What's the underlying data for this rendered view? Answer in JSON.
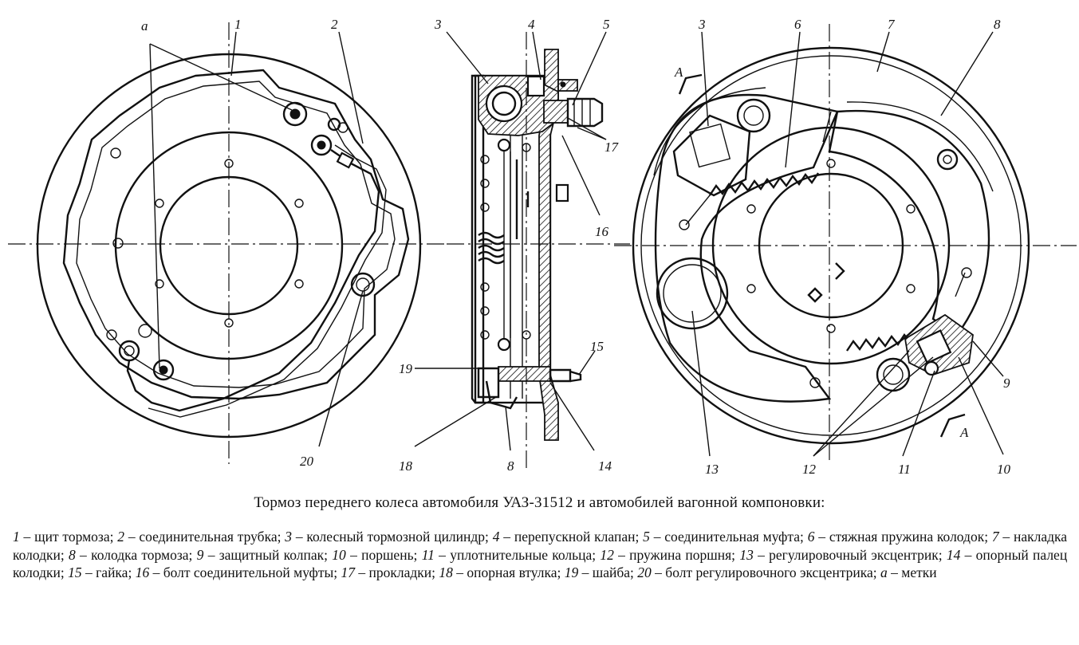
{
  "figure": {
    "callouts": [
      "a",
      "1",
      "2",
      "3",
      "4",
      "5",
      "6",
      "7",
      "8",
      "9",
      "10",
      "11",
      "12",
      "13",
      "14",
      "15",
      "16",
      "17",
      "18",
      "19",
      "20",
      "A",
      "A"
    ],
    "caption": "Тормоз переднего колеса автомобиля УАЗ-31512 и автомобилей вагонной компоновки:",
    "legend": [
      {
        "num": "1",
        "text": "щит тормоза;"
      },
      {
        "num": "2",
        "text": "соединительная трубка;"
      },
      {
        "num": "3",
        "text": "колесный тормозной цилиндр;"
      },
      {
        "num": "4",
        "text": "перепускной клапан;"
      },
      {
        "num": "5",
        "text": "соединительная муфта;"
      },
      {
        "num": "6",
        "text": "стяжная пружина колодок;"
      },
      {
        "num": "7",
        "text": "накладка колодки;"
      },
      {
        "num": "8",
        "text": "колодка тормоза;"
      },
      {
        "num": "9",
        "text": "защитный колпак;"
      },
      {
        "num": "10",
        "text": "поршень;"
      },
      {
        "num": "11",
        "text": "уплотнительные кольца;"
      },
      {
        "num": "12",
        "text": "пружина поршня;"
      },
      {
        "num": "13",
        "text": "регулировочный эксцентрик;"
      },
      {
        "num": "14",
        "text": "опорный палец колодки;"
      },
      {
        "num": "15",
        "text": "гайка;"
      },
      {
        "num": "16",
        "text": "болт соединительной муфты;"
      },
      {
        "num": "17",
        "text": "прокладки;"
      },
      {
        "num": "18",
        "text": "опорная втулка;"
      },
      {
        "num": "19",
        "text": "шайба;"
      },
      {
        "num": "20",
        "text": "болт регулировочного эксцентрика;"
      },
      {
        "num": "a",
        "text": "метки"
      }
    ]
  }
}
